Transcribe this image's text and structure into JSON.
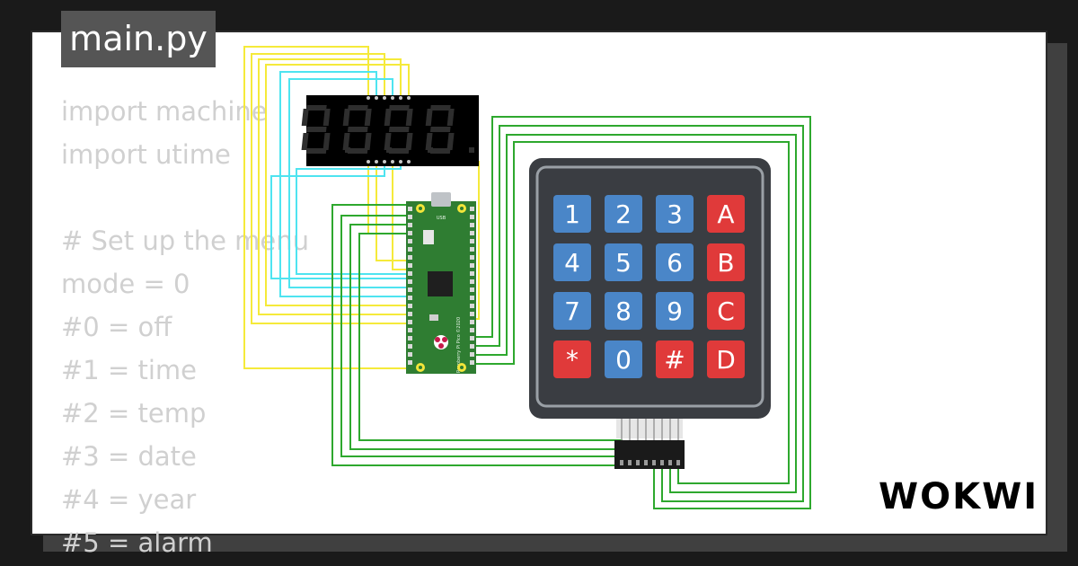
{
  "file_tab": {
    "label": "main.py"
  },
  "code_lines": [
    "import machine",
    "import utime",
    "",
    "# Set up the menu",
    "mode = 0",
    "#0 = off",
    "#1 = time",
    "#2 = temp",
    "#3 = date",
    "#4 = year",
    "#5 = alarm"
  ],
  "keypad": {
    "keys": [
      "1",
      "2",
      "3",
      "A",
      "4",
      "5",
      "6",
      "B",
      "7",
      "8",
      "9",
      "C",
      "*",
      "0",
      "#",
      "D"
    ]
  },
  "pico": {
    "usb_label": "USB",
    "silkscreen": "Raspberry Pi Pico ©2020"
  },
  "brand": {
    "logo_text": "WOKWI"
  },
  "colors": {
    "digit_key": "#4a86c8",
    "letter_key": "#e03a3a",
    "keypad_body": "#3a3d42",
    "pcb": "#2f7d32",
    "wire_yellow": "#f5ea3a",
    "wire_cyan": "#4ee4f0",
    "wire_green": "#2ea82e",
    "display_bg": "#000000",
    "segment": "#2e2e2e"
  }
}
